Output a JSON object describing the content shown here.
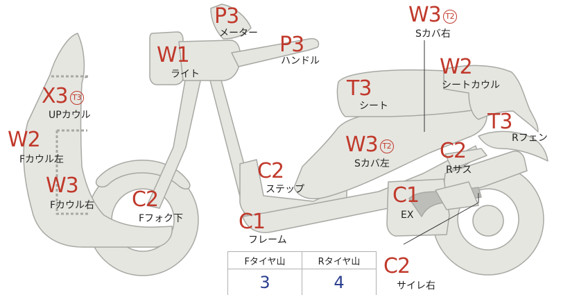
{
  "parts": [
    {
      "id": "meter",
      "code": "P3",
      "sub": "",
      "name": "メーター"
    },
    {
      "id": "s-cover-right",
      "code": "W3",
      "sub": "T2",
      "name": "Sカバ右"
    },
    {
      "id": "handle",
      "code": "P3",
      "sub": "",
      "name": "ハンドル"
    },
    {
      "id": "light",
      "code": "W1",
      "sub": "",
      "name": "ライト"
    },
    {
      "id": "seat-cowl",
      "code": "W2",
      "sub": "",
      "name": "シートカウル"
    },
    {
      "id": "seat",
      "code": "T3",
      "sub": "",
      "name": "シート"
    },
    {
      "id": "up-cowl",
      "code": "X3",
      "sub": "T3",
      "name": "UPカウル"
    },
    {
      "id": "r-fender",
      "code": "T3",
      "sub": "",
      "name": "Rフェン"
    },
    {
      "id": "f-cowl-left",
      "code": "W2",
      "sub": "",
      "name": "Fカウル左"
    },
    {
      "id": "s-cover-left",
      "code": "W3",
      "sub": "T2",
      "name": "Sカバ左"
    },
    {
      "id": "r-suspension",
      "code": "C2",
      "sub": "",
      "name": "Rサス"
    },
    {
      "id": "step",
      "code": "C2",
      "sub": "",
      "name": "ステップ"
    },
    {
      "id": "f-cowl-right",
      "code": "W3",
      "sub": "",
      "name": "Fカウル右"
    },
    {
      "id": "f-fork-lower",
      "code": "C2",
      "sub": "",
      "name": "Fフォク下"
    },
    {
      "id": "exhaust",
      "code": "C1",
      "sub": "",
      "name": "EX"
    },
    {
      "id": "frame",
      "code": "C1",
      "sub": "",
      "name": "フレーム"
    },
    {
      "id": "silencer-right",
      "code": "C2",
      "sub": "",
      "name": "サイレ右"
    }
  ],
  "tires": {
    "front_label": "Fタイヤ山",
    "rear_label": "Rタイヤ山",
    "front_value": "3",
    "rear_value": "4"
  },
  "colors": {
    "part_fill": "#e6e6e1",
    "part_stroke": "#a7a7a3",
    "code": "#c0392b",
    "tire_value": "#2b3f8f"
  }
}
